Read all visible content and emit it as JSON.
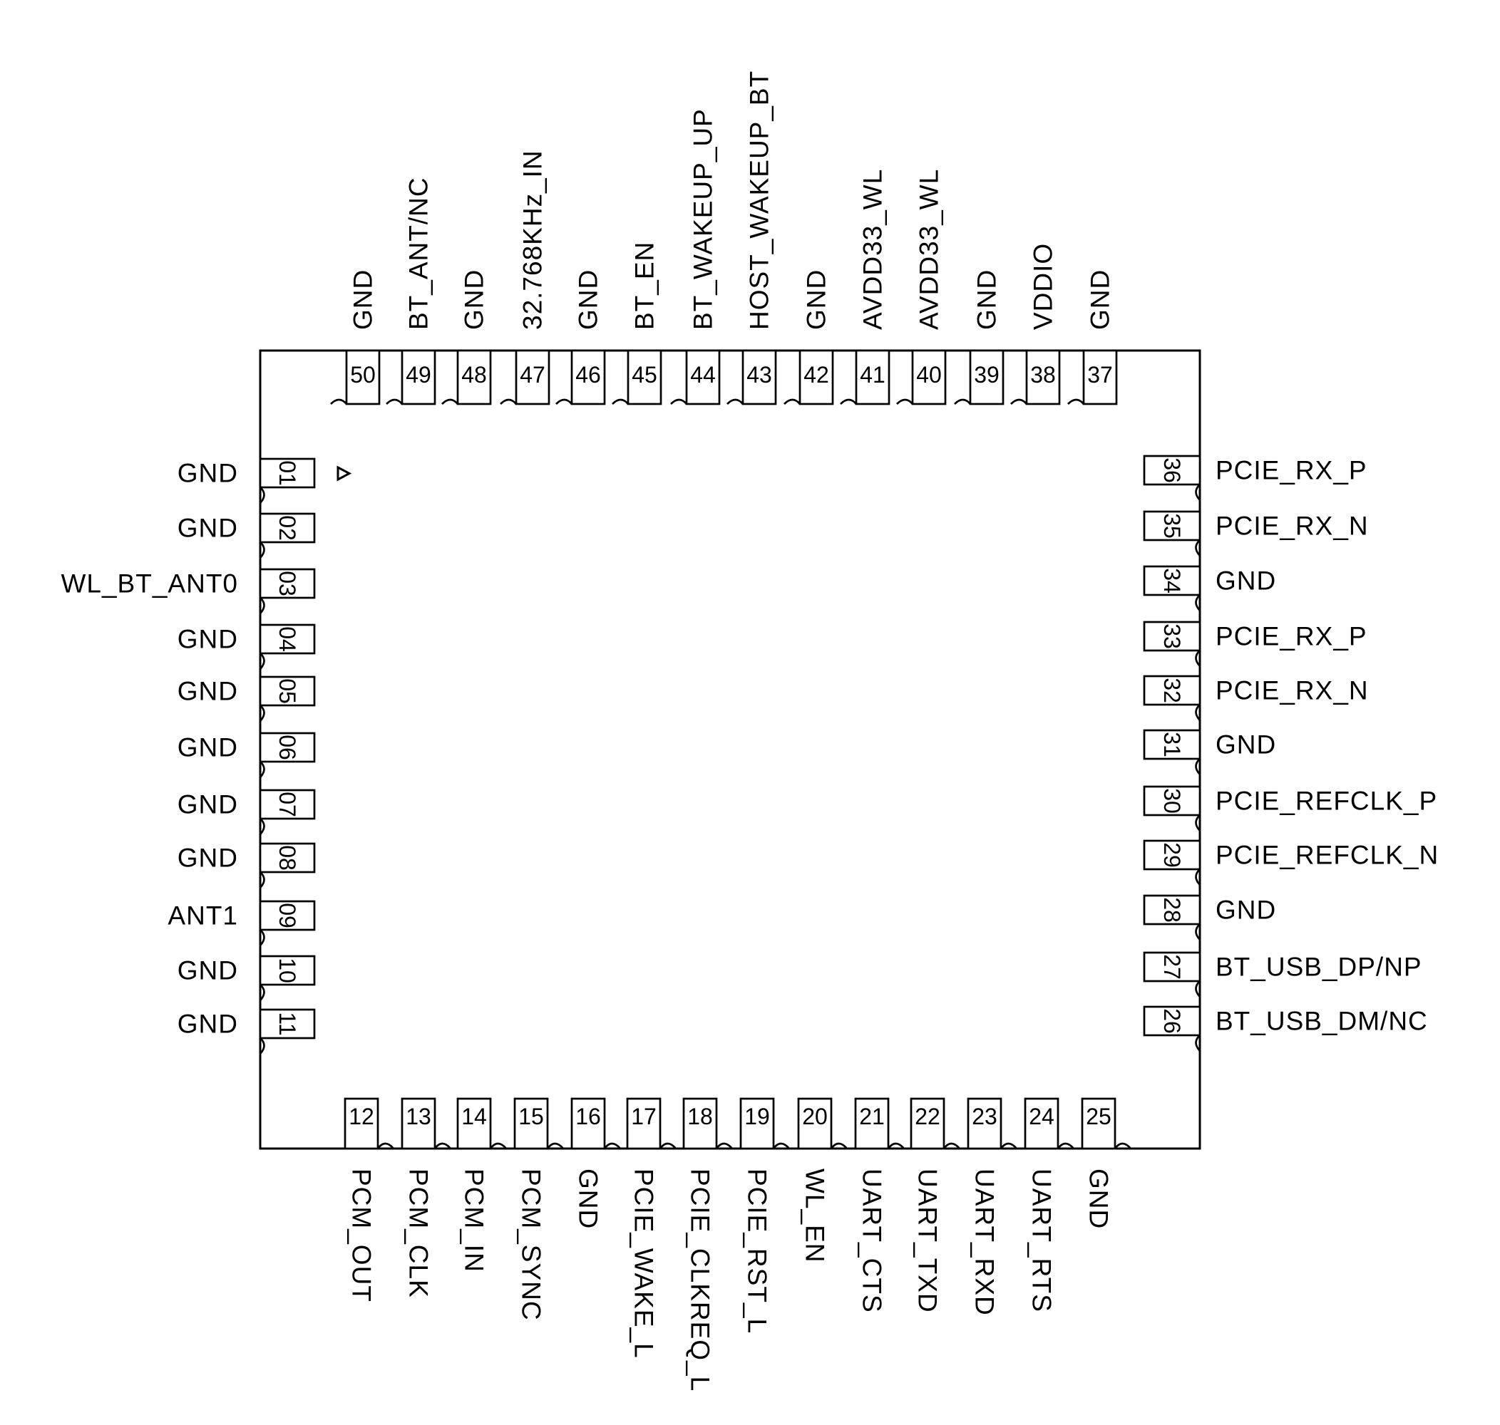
{
  "colors": {
    "background": "#ffffff",
    "line": "#000000",
    "text": "#000000"
  },
  "pin1_marker": "triangle",
  "pins": {
    "left": [
      {
        "num": "01",
        "name": "GND"
      },
      {
        "num": "02",
        "name": "GND"
      },
      {
        "num": "03",
        "name": "WL_BT_ANT0"
      },
      {
        "num": "04",
        "name": "GND"
      },
      {
        "num": "05",
        "name": "GND"
      },
      {
        "num": "06",
        "name": "GND"
      },
      {
        "num": "07",
        "name": "GND"
      },
      {
        "num": "08",
        "name": "GND"
      },
      {
        "num": "09",
        "name": "ANT1"
      },
      {
        "num": "10",
        "name": "GND"
      },
      {
        "num": "11",
        "name": "GND"
      }
    ],
    "bottom": [
      {
        "num": "12",
        "name": "PCM_OUT"
      },
      {
        "num": "13",
        "name": "PCM_CLK"
      },
      {
        "num": "14",
        "name": "PCM_IN"
      },
      {
        "num": "15",
        "name": "PCM_SYNC"
      },
      {
        "num": "16",
        "name": "GND"
      },
      {
        "num": "17",
        "name": "PCIE_WAKE_L"
      },
      {
        "num": "18",
        "name": "PCIE_CLKREQ_L"
      },
      {
        "num": "19",
        "name": "PCIE_RST_L"
      },
      {
        "num": "20",
        "name": "WL_EN"
      },
      {
        "num": "21",
        "name": "UART_CTS"
      },
      {
        "num": "22",
        "name": "UART_TXD"
      },
      {
        "num": "23",
        "name": "UART_RXD"
      },
      {
        "num": "24",
        "name": "UART_RTS"
      },
      {
        "num": "25",
        "name": "GND"
      }
    ],
    "right": [
      {
        "num": "36",
        "name": "PCIE_RX_P"
      },
      {
        "num": "35",
        "name": "PCIE_RX_N"
      },
      {
        "num": "34",
        "name": "GND"
      },
      {
        "num": "33",
        "name": "PCIE_RX_P"
      },
      {
        "num": "32",
        "name": "PCIE_RX_N"
      },
      {
        "num": "31",
        "name": "GND"
      },
      {
        "num": "30",
        "name": "PCIE_REFCLK_P"
      },
      {
        "num": "29",
        "name": "PCIE_REFCLK_N"
      },
      {
        "num": "28",
        "name": "GND"
      },
      {
        "num": "27",
        "name": "BT_USB_DP/NP"
      },
      {
        "num": "26",
        "name": "BT_USB_DM/NC"
      }
    ],
    "top": [
      {
        "num": "50",
        "name": "GND"
      },
      {
        "num": "49",
        "name": "BT_ANT/NC"
      },
      {
        "num": "48",
        "name": "GND"
      },
      {
        "num": "47",
        "name": "32.768KHz_IN"
      },
      {
        "num": "46",
        "name": "GND"
      },
      {
        "num": "45",
        "name": "BT_EN"
      },
      {
        "num": "44",
        "name": "BT_WAKEUP_UP"
      },
      {
        "num": "43",
        "name": "HOST_WAKEUP_BT"
      },
      {
        "num": "42",
        "name": "GND"
      },
      {
        "num": "41",
        "name": "AVDD33_WL"
      },
      {
        "num": "40",
        "name": "AVDD33_WL"
      },
      {
        "num": "39",
        "name": "GND"
      },
      {
        "num": "38",
        "name": "VDDIO"
      },
      {
        "num": "37",
        "name": "GND"
      }
    ]
  }
}
